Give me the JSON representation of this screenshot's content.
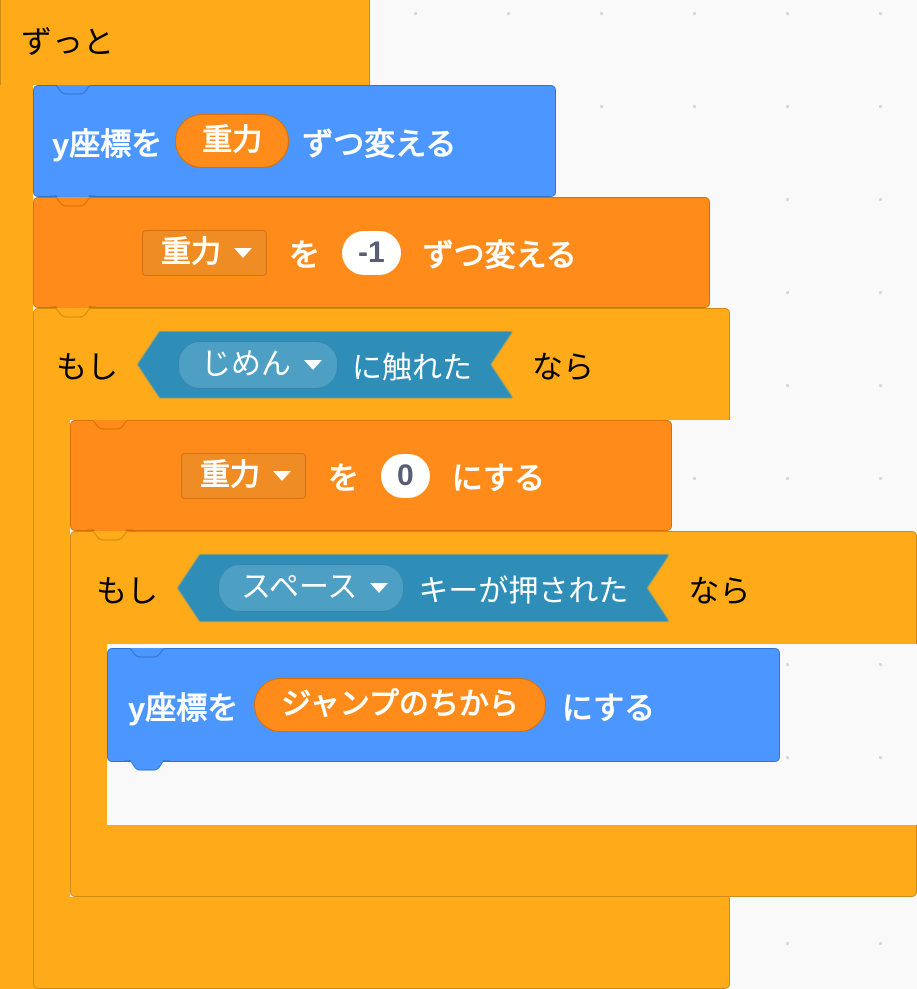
{
  "workspace": {
    "background_color": "#f9f9f9",
    "grid_dot_color": "#d8d8d8"
  },
  "palette": {
    "control": "#ffab19",
    "control_border": "#cf8b17",
    "motion": "#4c97ff",
    "motion_border": "#3373cc",
    "variables": "#ff8c1a",
    "variables_border": "#db6e00",
    "sensing": "#5cb1d6",
    "sensing_border": "#2e8eb8",
    "input_text": "#575e75"
  },
  "script": {
    "forever": {
      "label": "ずっと",
      "loop_icon": "loop-arrow-icon"
    },
    "change_y": {
      "label_before": "y座標を",
      "variable_reporter": "重力",
      "label_after": "ずつ変える"
    },
    "change_gravity": {
      "dropdown_value": "重力",
      "label_wo": "を",
      "amount": "-1",
      "label_after": "ずつ変える",
      "caret": "chevron-down-icon"
    },
    "if_touching": {
      "label_if": "もし",
      "condition_dropdown": "じめん",
      "condition_label": "に触れた",
      "label_then": "なら",
      "caret": "chevron-down-icon"
    },
    "set_gravity": {
      "dropdown_value": "重力",
      "label_wo": "を",
      "value": "0",
      "label_after": "にする",
      "caret": "chevron-down-icon"
    },
    "if_key_pressed": {
      "label_if": "もし",
      "condition_dropdown": "スペース",
      "condition_label": "キーが押された",
      "label_then": "なら",
      "caret": "chevron-down-icon"
    },
    "set_y": {
      "label_before": "y座標を",
      "variable_reporter": "ジャンプのちから",
      "label_after": "にする"
    }
  }
}
